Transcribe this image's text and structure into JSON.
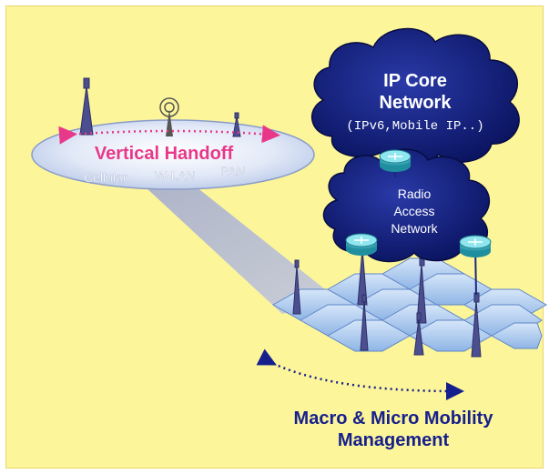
{
  "diagram": {
    "core_network": {
      "line1": "IP Core",
      "line2": "Network",
      "line3": "(IPv6,Mobile IP..)"
    },
    "access_network": {
      "line1": "Radio",
      "line2": "Access",
      "line3": "Network"
    },
    "handoff": {
      "title": "Vertical Handoff",
      "labels": [
        "Cellular",
        "W-LAN",
        "PAN"
      ]
    },
    "mobility": {
      "line1": "Macro & Micro Mobility",
      "line2": "Management"
    },
    "colors": {
      "background": "#fdf59a",
      "cloud": "#0e1b6b",
      "handoff_title": "#e8388a",
      "mobility_text": "#16208c",
      "hex_cell": "#a9c8ee"
    }
  }
}
